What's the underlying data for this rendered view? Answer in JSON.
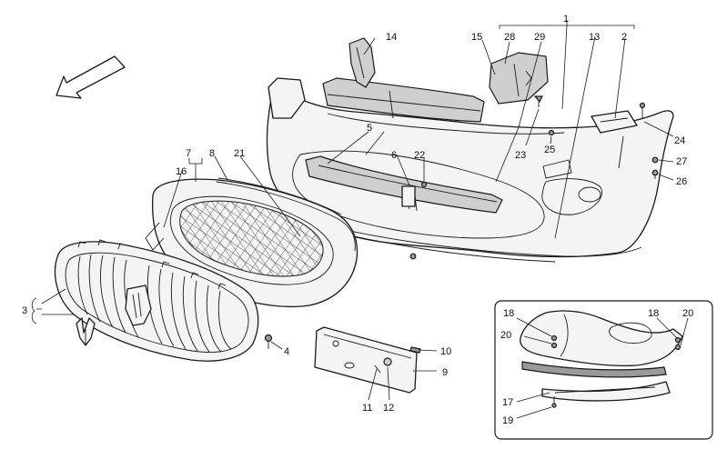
{
  "callouts": {
    "c1": "1",
    "c2": "2",
    "c3": "3",
    "c4": "4",
    "c5": "5",
    "c6": "6",
    "c7": "7",
    "c8": "8",
    "c9": "9",
    "c10": "10",
    "c11": "11",
    "c12": "12",
    "c13": "13",
    "c14": "14",
    "c15": "15",
    "c16": "16",
    "c17": "17",
    "c18": "18",
    "c19": "19",
    "c20": "20",
    "c21": "21",
    "c22": "22",
    "c23": "23",
    "c24": "24",
    "c25": "25",
    "c26": "26",
    "c27": "27",
    "c28": "28",
    "c29": "29"
  },
  "inset": {
    "c18a": "18",
    "c18b": "18",
    "c20a": "20",
    "c20b": "20",
    "c17": "17",
    "c19": "19"
  },
  "direction_icon": "front-direction-arrow-icon"
}
